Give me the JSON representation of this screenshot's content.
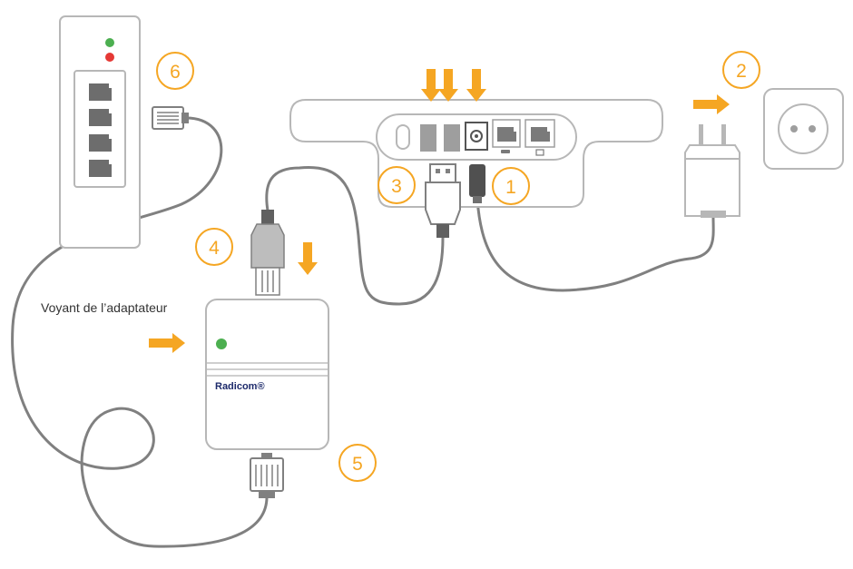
{
  "colors": {
    "accent": "#f5a623",
    "outline": "#b7b7b7",
    "cable": "#808080",
    "led_green": "#4caf50",
    "led_red": "#e53935",
    "brand": "#1d2a6b"
  },
  "labels": {
    "step1": "1",
    "step2": "2",
    "step3": "3",
    "step4": "4",
    "step5": "5",
    "step6": "6",
    "adapter_led_caption": "Voyant de l’adaptateur",
    "adapter_brand": "Radicom®"
  },
  "icons": {
    "phone_port": "phone-jack-icon",
    "data_port": "ethernet-port-icon",
    "dc_port": "dc-power-port-icon",
    "power_button": "power-button-icon"
  }
}
